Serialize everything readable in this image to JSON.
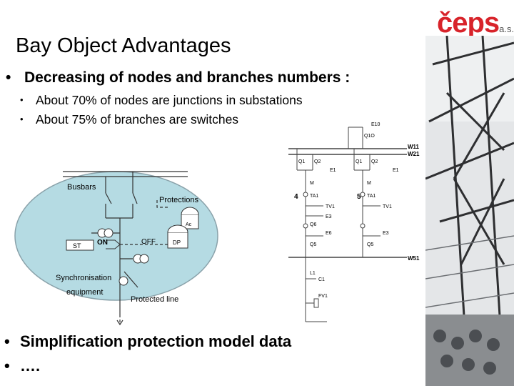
{
  "logo": {
    "brand": "čeps",
    "suffix": "a.s."
  },
  "title": "Bay Object Advantages",
  "bullets": {
    "b1": "Decreasing of nodes and branches numbers :",
    "sub1": "About 70% of nodes are junctions in substations",
    "sub2": "About 75% of branches are switches",
    "b2": "Simplification protection model data",
    "b3": "…."
  },
  "left_diagram": {
    "busbars": "Busbars",
    "protections": "Protections",
    "st": "ST",
    "on": "ON",
    "off": "OFF",
    "dp": "DP",
    "sync1": "Synchronisation",
    "sync2": "equipment",
    "protected_line": "Protected line",
    "relay": "Ac"
  },
  "right_diagram": {
    "e10": "E10",
    "q10": "Q1O",
    "w11": "W11",
    "w21": "W21",
    "q1a": "Q1",
    "q2a": "Q2",
    "e1a": "E1",
    "q1b": "Q1",
    "q2b": "Q2",
    "e1b": "E1",
    "m_a": "M",
    "m_b": "M",
    "bay4": "4",
    "bay5": "5",
    "ta1a": "TA1",
    "ta1b": "TA1",
    "tv1a": "TV1",
    "tv1b": "TV1",
    "e3a": "E3",
    "q6": "Q6",
    "e6": "E6",
    "e3b": "E3",
    "q5a": "Q5",
    "q5b": "Q5",
    "w51": "W51",
    "l1": "L1",
    "c1": "C1",
    "fv1": "FV1"
  }
}
